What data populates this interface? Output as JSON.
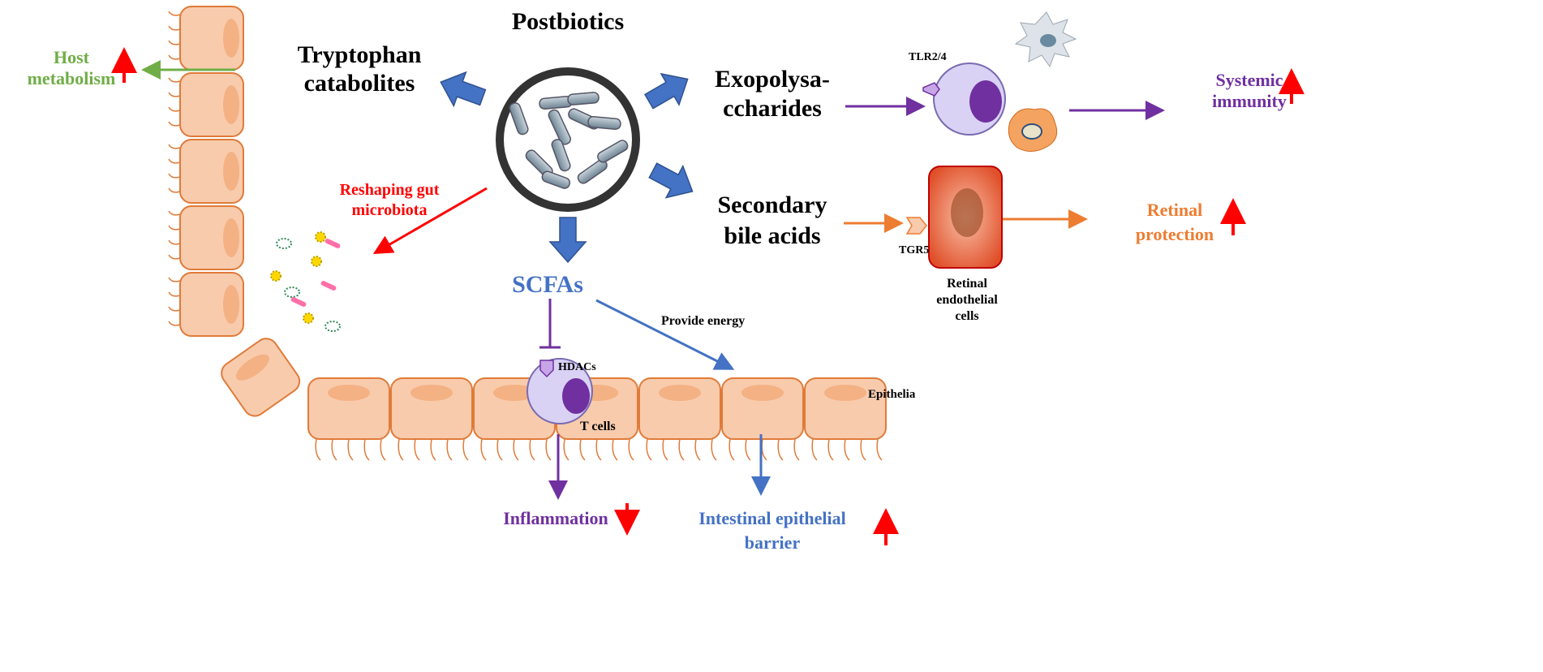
{
  "title": "Postbiotics",
  "branches": {
    "tryptophan": {
      "label_line1": "Tryptophan",
      "label_line2": "catabolites",
      "outcome_line1": "Host",
      "outcome_line2": "metabolism",
      "direction": "up"
    },
    "eps": {
      "label_line1": "Exopolysa-",
      "label_line2": "ccharides",
      "receptor": "TLR2/4",
      "outcome_line1": "Systemic",
      "outcome_line2": "immunity",
      "direction": "up"
    },
    "bile": {
      "label_line1": "Secondary",
      "label_line2": "bile acids",
      "receptor": "TGR5",
      "cell_line1": "Retinal",
      "cell_line2": "endothelial",
      "cell_line3": "cells",
      "outcome_line1": "Retinal",
      "outcome_line2": "protection",
      "direction": "up"
    },
    "microbiota": {
      "label_line1": "Reshaping gut",
      "label_line2": "microbiota"
    },
    "scfa": {
      "label": "SCFAs",
      "target": "HDACs",
      "cell": "T cells",
      "energy": "Provide energy",
      "tissue": "Epithelia",
      "outcome1": "Inflammation",
      "outcome1_direction": "down",
      "outcome2_line1": "Intestinal epithelial",
      "outcome2_line2": "barrier",
      "outcome2_direction": "up"
    }
  },
  "colors": {
    "green": "#70ad47",
    "purple": "#7030a0",
    "orange": "#ed7d31",
    "red": "#ff0000",
    "blue": "#4472c4",
    "cell": "#f8cbad",
    "cell_stroke": "#e07b39"
  }
}
